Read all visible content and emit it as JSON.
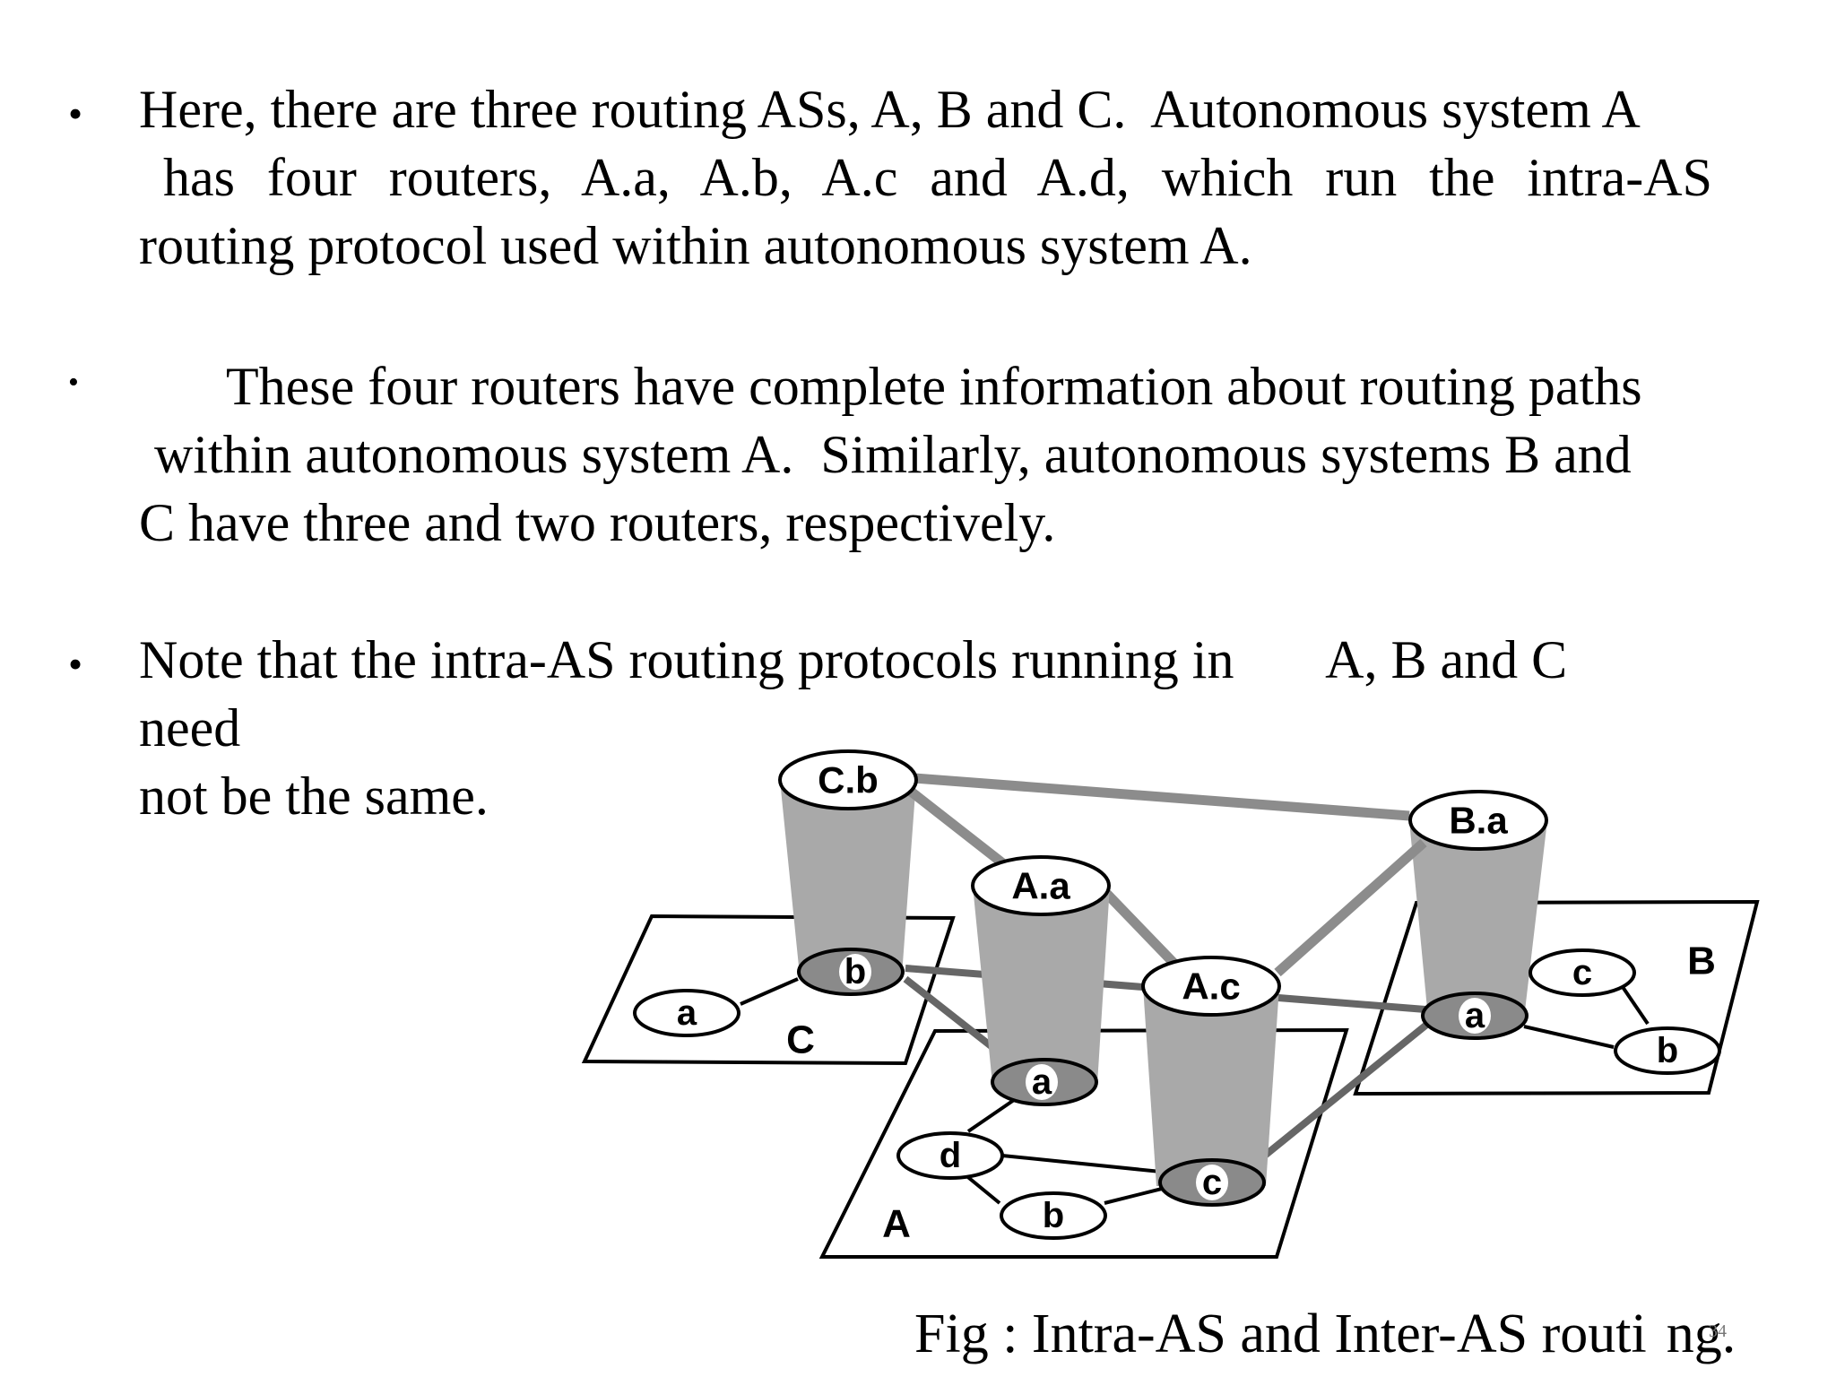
{
  "bullets": [
    {
      "lines": [
        "Here, there are three routing ASs, A, B and C.  Autonomous system A",
        "has  four  routers,  A.a,  A.b,  A.c  and  A.d,  which  run  the   intra-AS",
        "routing protocol used within autonomous system A."
      ]
    },
    {
      "lines": [
        "These four routers have complete information about routing paths",
        "within autonomous system A.  Similarly, autonomous systems B and",
        "C have three and two routers, respectively."
      ]
    },
    {
      "lines": [
        "Note that the intra-AS routing protocols running in       A, B and C",
        "need",
        "not be the same."
      ]
    }
  ],
  "diagram": {
    "as_labels": {
      "A": "A",
      "B": "B",
      "C": "C"
    },
    "gateways": {
      "cb": "C.b",
      "ba": "B.a",
      "aa": "A.a",
      "ac": "A.c"
    },
    "routers": {
      "C": {
        "a": "a",
        "b": "b"
      },
      "A": {
        "a": "a",
        "b": "b",
        "c": "c",
        "d": "d"
      },
      "B": {
        "a": "a",
        "b": "b",
        "c": "c"
      }
    }
  },
  "caption": {
    "part1": "Fig : Intra-AS and Inter-AS routi",
    "part2": "ng."
  },
  "page_number": "34",
  "colors": {
    "cylinder": "#a9a9a9",
    "inter_link": "#8c8c8c",
    "lower_link": "#666666",
    "router_fill_dark": "#8a8a8a"
  }
}
